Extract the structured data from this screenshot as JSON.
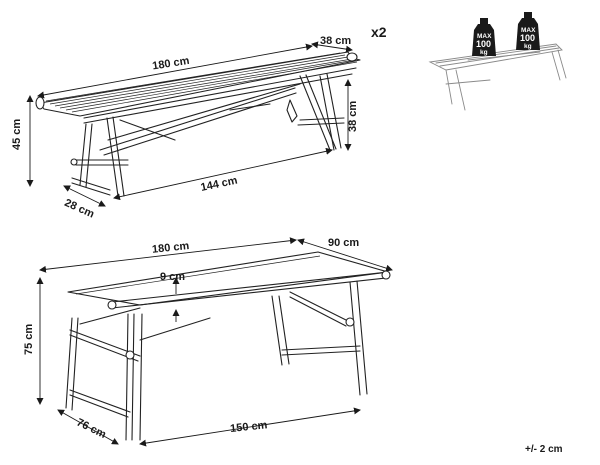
{
  "bench": {
    "length": "180 cm",
    "depth": "38 cm",
    "height": "45 cm",
    "leg_height": "38 cm",
    "base_length": "144 cm",
    "base_depth": "28 cm",
    "quantity": "x2"
  },
  "table": {
    "length": "180 cm",
    "depth": "90 cm",
    "height": "75 cm",
    "rim": "9 cm",
    "base_length": "150 cm",
    "base_depth": "76 cm"
  },
  "weight_badges": [
    {
      "max": "MAX",
      "value": "100",
      "unit": "kg"
    },
    {
      "max": "MAX",
      "value": "100",
      "unit": "kg"
    }
  ],
  "tolerance": "+/- 2 cm"
}
